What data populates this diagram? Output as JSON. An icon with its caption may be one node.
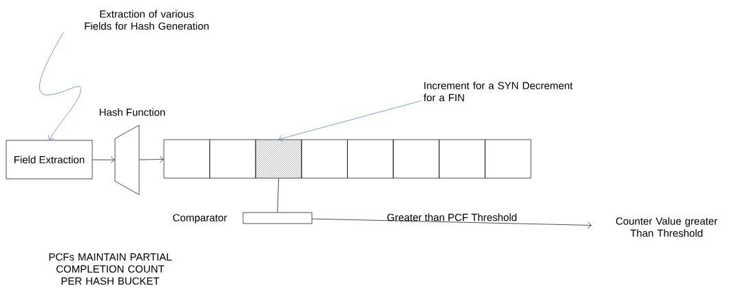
{
  "diagram": {
    "nodes": [
      {
        "text": [
          "Extraction of various Fields for Hash Generation"
        ]
      },
      {
        "text": [
          "Field Extraction"
        ]
      },
      {
        "text": [
          "Hash Function"
        ]
      },
      {
        "text": [
          "Increment for a SYN Decrement for a FIN"
        ]
      },
      {
        "text": [],
        "shape": "box"
      },
      {
        "text": [],
        "shape": "box"
      },
      {
        "text": [],
        "shape": "box"
      },
      {
        "text": [],
        "shape": "box"
      },
      {
        "text": [],
        "shape": "box"
      },
      {
        "text": [],
        "shape": "box"
      },
      {
        "text": [],
        "shape": "box"
      },
      {
        "text": [],
        "shape": "box"
      },
      {
        "text": [],
        "shape": "box",
        "beside": [
          "Comparator"
        ]
      },
      {
        "text": [
          "Counter Value greater Than Threshold"
        ]
      }
    ],
    "edges": [
      {
        "from": 0,
        "to": 1,
        "arrow": "to",
        "color": "#4472c4"
      },
      {
        "from": 1,
        "to": 2,
        "arrow": "to"
      },
      {
        "from": 2,
        "to": 4,
        "arrow": "to"
      },
      {
        "from": 3,
        "to": 6,
        "arrow": "to",
        "color": "#4472c4"
      },
      {
        "from": 6,
        "to": 12,
        "arrow": "none"
      },
      {
        "from": 12,
        "to": 13,
        "arrow": "to",
        "label": "Greater than PCF Threshold"
      }
    ],
    "labels": [
      "PCFs MAINTAIN PARTIAL COMPLETION COUNT PER HASH BUCKET"
    ]
  }
}
